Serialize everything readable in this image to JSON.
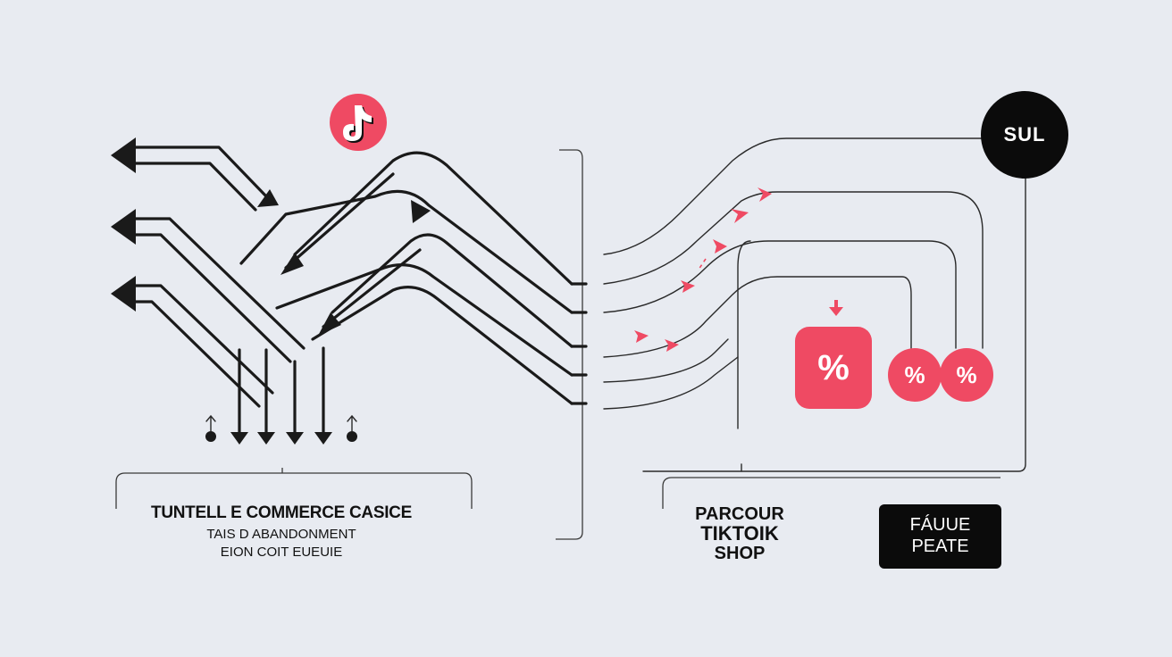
{
  "left_label": {
    "title": "TUNTELL E COMMERCE CASICE",
    "line1": "TAIS D ABANDONMENT",
    "line2": "EION COIT EUEUIE"
  },
  "middle_label": {
    "line1": "PARCOUR",
    "line2": "TIKTOIK",
    "line3": "SHOP"
  },
  "right_badge": {
    "line1": "FÁUUE",
    "line2": "PEATE"
  },
  "logo": {
    "text": "SUL"
  },
  "percent_tags": {
    "big": "%",
    "small1": "%",
    "small2": "%"
  },
  "icons": {
    "tiktok": "tiktok-note-icon",
    "down_arrow": "down-arrow-icon"
  },
  "colors": {
    "accent": "#ef4a63",
    "dark": "#0b0b0b",
    "background": "#e8ebf1"
  }
}
